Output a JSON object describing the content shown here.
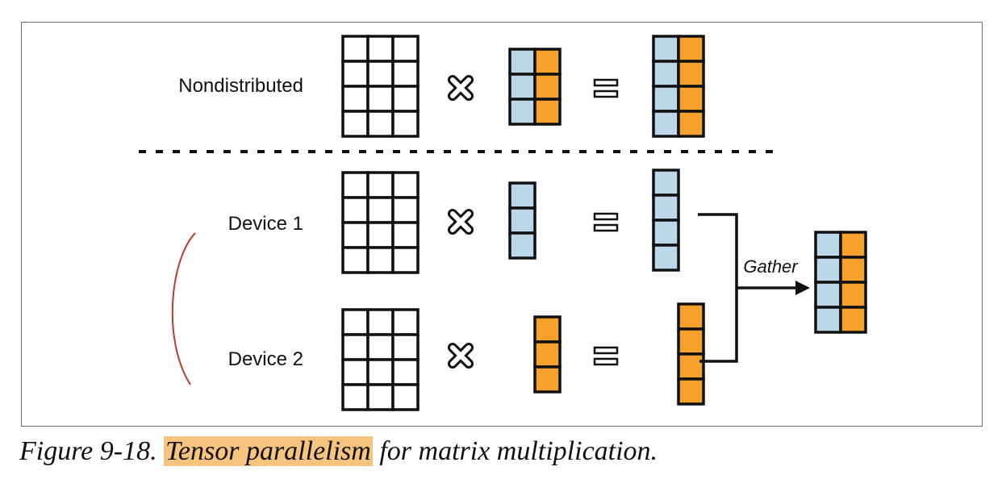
{
  "diagram": {
    "rows": [
      {
        "label": "Nondistributed"
      },
      {
        "label": "Device 1"
      },
      {
        "label": "Device 2"
      }
    ],
    "gather_label": "Gather",
    "operators": {
      "multiply": "×",
      "equals": "="
    },
    "colors": {
      "blue": "#bcd6ea",
      "orange": "#f7a12d",
      "stroke": "#111111",
      "annotation": "#c0392b",
      "highlight": "#f6c47e"
    }
  },
  "caption": {
    "figure_number": "Figure 9-18.",
    "highlighted_term": "Tensor parallelism",
    "rest": "for matrix multiplication."
  }
}
